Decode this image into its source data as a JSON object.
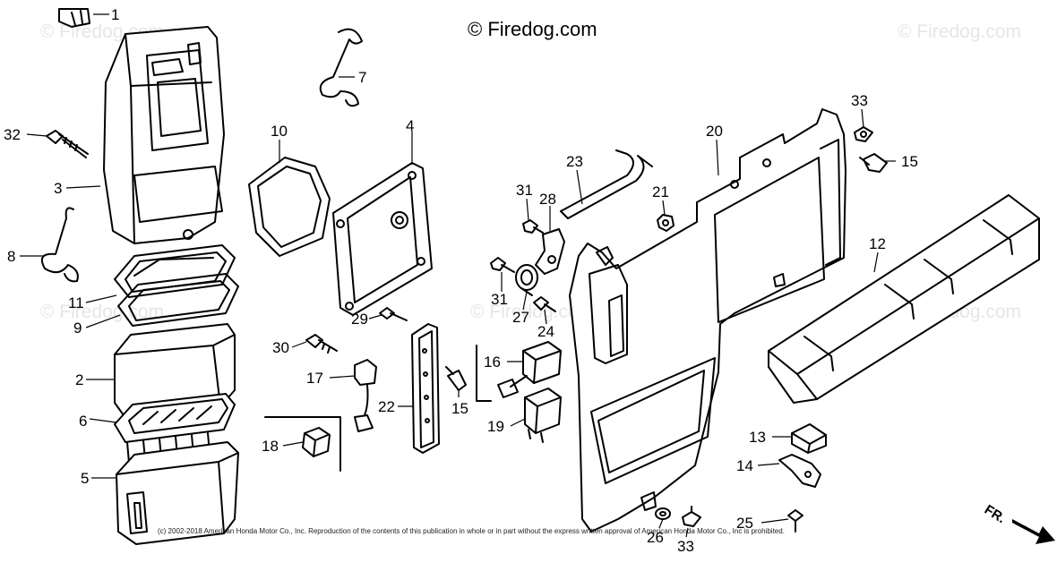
{
  "watermark": {
    "main": "© Firedog.com",
    "repeat": "© Firedog.com"
  },
  "copyright": "(c) 2002-2018 American Honda Motor Co., Inc. Reproduction of the contents of this publication in whole or in part without the express written approval of American Honda Motor Co., Inc is prohibited.",
  "direction_label": "FR.",
  "callouts": {
    "c1": "1",
    "c2": "2",
    "c3": "3",
    "c4": "4",
    "c5": "5",
    "c6": "6",
    "c7": "7",
    "c8": "8",
    "c9": "9",
    "c10": "10",
    "c11": "11",
    "c12": "12",
    "c13": "13",
    "c14": "14",
    "c15a": "15",
    "c15b": "15",
    "c16": "16",
    "c17": "17",
    "c18": "18",
    "c19": "19",
    "c20": "20",
    "c21": "21",
    "c22": "22",
    "c23": "23",
    "c24": "24",
    "c25": "25",
    "c26": "26",
    "c27": "27",
    "c28": "28",
    "c29": "29",
    "c30": "30",
    "c31a": "31",
    "c31b": "31",
    "c32": "32",
    "c33a": "33",
    "c33b": "33"
  }
}
